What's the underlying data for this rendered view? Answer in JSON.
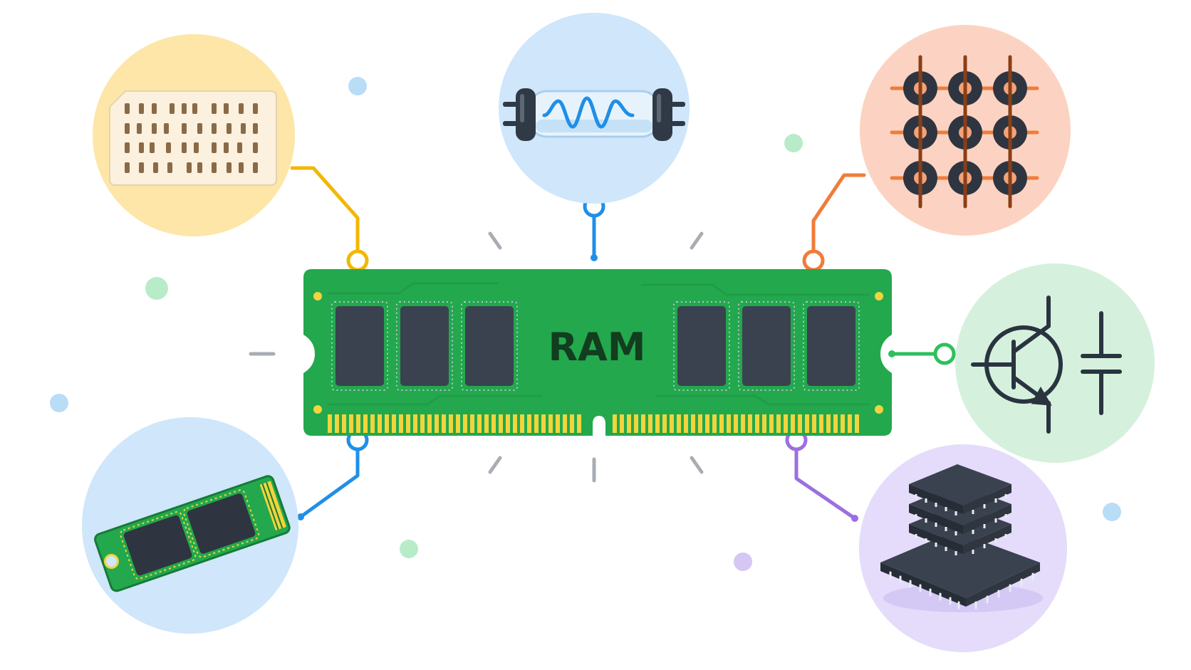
{
  "center": {
    "label": "RAM",
    "icon": "ram-module-icon",
    "board_color": "#23a84e",
    "contact_color": "#f2d43c",
    "chip_color": "#3a4250"
  },
  "nodes": [
    {
      "id": "punch-card",
      "icon": "punch-card-icon",
      "bubble_color": "#fde6a8",
      "connector_color": "#f2b705"
    },
    {
      "id": "delay-line-tube",
      "icon": "vacuum-tube-icon",
      "bubble_color": "#cfe6fb",
      "connector_color": "#1f8fe8"
    },
    {
      "id": "core-memory",
      "icon": "magnetic-core-icon",
      "bubble_color": "#fcd3c2",
      "connector_color": "#f07c3a"
    },
    {
      "id": "transistor-capacitor",
      "icon": "transistor-capacitor-icon",
      "bubble_color": "#d5f1dd",
      "connector_color": "#2fbf5f"
    },
    {
      "id": "stacked-chips",
      "icon": "stacked-chip-icon",
      "bubble_color": "#e4dcfa",
      "connector_color": "#9b6fe0"
    },
    {
      "id": "m2-module",
      "icon": "m2-module-icon",
      "bubble_color": "#cfe6fb",
      "connector_color": "#1f8fe8"
    }
  ],
  "decor_dot_colors": [
    "#b9dcf7",
    "#b8ecc8",
    "#d6c6f5"
  ]
}
